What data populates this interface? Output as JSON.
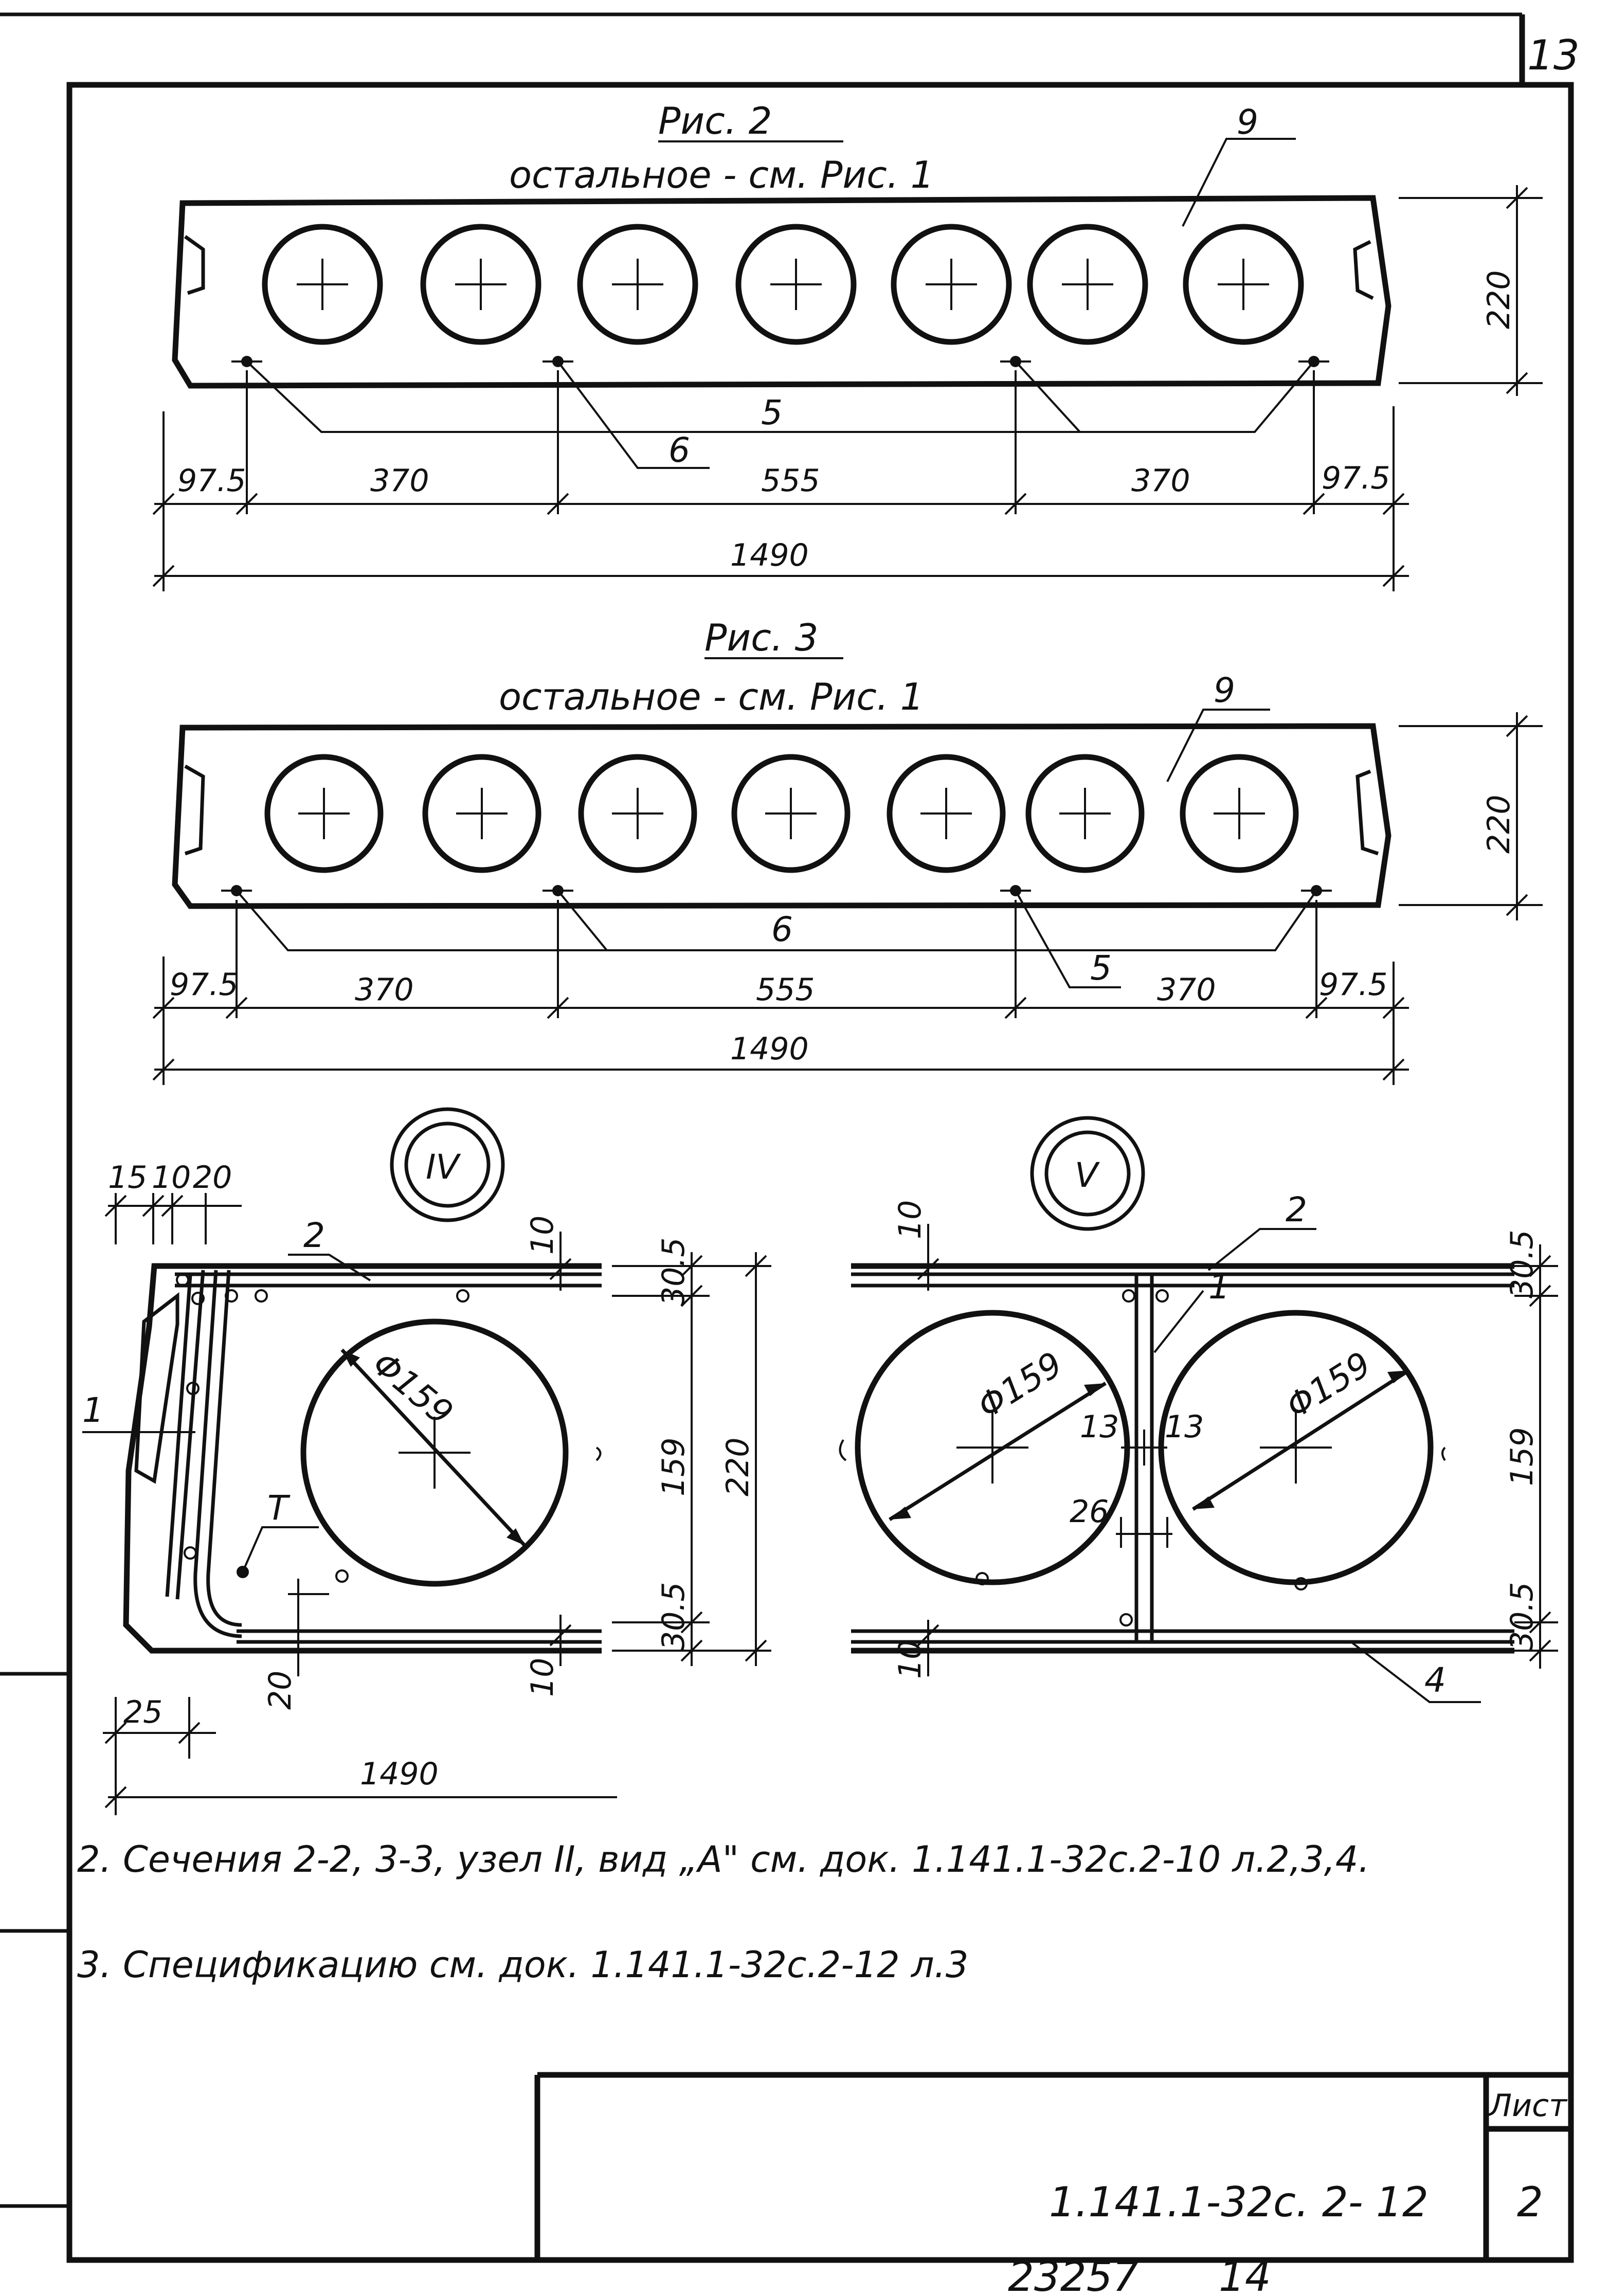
{
  "sheet_corner_number": "13",
  "fig2": {
    "title": "Рис. 2",
    "subtitle": "остальное - см. Рис. 1",
    "label_9": "9",
    "label_5": "5",
    "label_6": "6",
    "height_dim": "220",
    "dims": [
      "97.5",
      "370",
      "555",
      "370",
      "97.5"
    ],
    "total": "1490"
  },
  "fig3": {
    "title": "Рис. 3",
    "subtitle": "остальное - см. Рис. 1",
    "label_9": "9",
    "label_6": "6",
    "label_5": "5",
    "height_dim": "220",
    "dims": [
      "97.5",
      "370",
      "555",
      "370",
      "97.5"
    ],
    "total": "1490"
  },
  "node4": {
    "badge": "IV",
    "top_dims": [
      "15",
      "10",
      "20"
    ],
    "label_2": "2",
    "label_1": "1",
    "label_T": "T",
    "diameter": "Φ159",
    "right_dims": [
      "30.5",
      "159",
      "30.5"
    ],
    "overall": "220",
    "dim_10_top": "10",
    "dim_10_bottom": "10",
    "dim_20": "20",
    "dim_25": "25",
    "dim_1490": "1490"
  },
  "node5": {
    "badge": "V",
    "label_2": "2",
    "label_1": "1",
    "label_4": "4",
    "dim_10_top": "10",
    "dim_10_bottom": "10",
    "diameter_left": "Φ159",
    "diameter_right": "Φ159",
    "dim_13_left": "13",
    "dim_13_right": "13",
    "dim_26": "26",
    "right_dims": [
      "30.5",
      "159",
      "30.5"
    ]
  },
  "notes": [
    "2. Сечения 2-2, 3-3, узел II, вид „А\" см. док. 1.141.1-32с.2-10 л.2,3,4.",
    "3. Спецификацию см. док. 1.141.1-32с.2-12 л.3"
  ],
  "title_block": {
    "sheet_label": "Лист",
    "doc_code": "1.141.1-32с. 2- 12",
    "sheet_number": "2"
  },
  "footer": {
    "number": "23257",
    "page": "14"
  }
}
